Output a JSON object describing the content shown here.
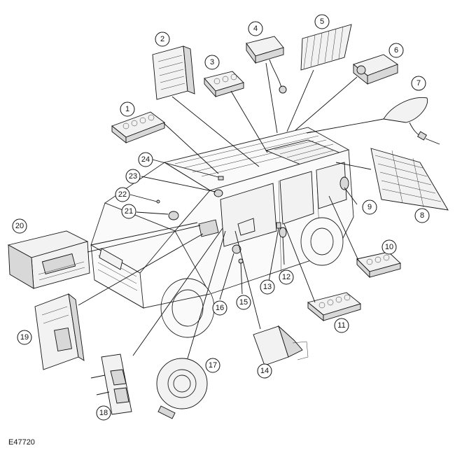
{
  "figure": {
    "id": "E47720",
    "callouts": [
      "1",
      "2",
      "3",
      "4",
      "5",
      "6",
      "7",
      "8",
      "9",
      "10",
      "11",
      "12",
      "13",
      "14",
      "15",
      "16",
      "17",
      "18",
      "19",
      "20",
      "21",
      "22",
      "23",
      "24"
    ]
  },
  "colors": {
    "line": "#111111",
    "background": "#ffffff"
  }
}
